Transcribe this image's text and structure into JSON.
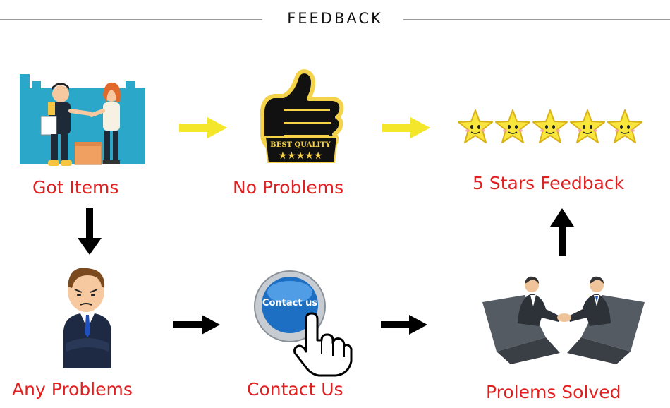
{
  "header": {
    "title": "FEEDBACK"
  },
  "steps": {
    "got_items": "Got Items",
    "no_problems": "No Problems",
    "five_stars": "5 Stars Feedback",
    "any_problems": "Any Problems",
    "contact_us": "Contact Us",
    "problems_solved": "Prolems Solved"
  },
  "badges": {
    "best_quality": "BEST QUALITY",
    "contact_button": "Contact us"
  },
  "rating": {
    "stars": 5
  },
  "colors": {
    "label_red": "#e02020",
    "arrow_yellow": "#f4e62a",
    "arrow_black": "#000000",
    "star_yellow": "#f8e63c"
  }
}
